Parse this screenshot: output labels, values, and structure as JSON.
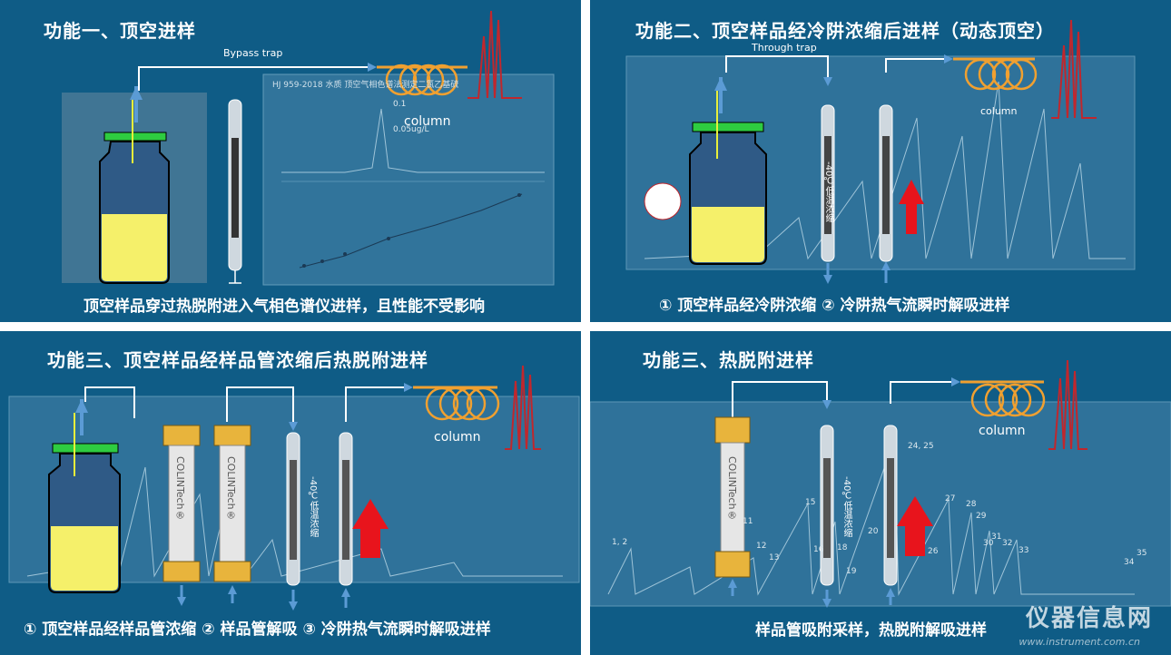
{
  "panels": [
    {
      "title": "功能一、顶空进样",
      "caption": "顶空样品穿过热脱附进入气相色谱仪进样，且性能不受影响",
      "trap_label": "Bypass trap",
      "column_label": "column",
      "doc_header": "HJ 959-2018  水质  顶空气相色谱法测定二氯乙基硫",
      "peak_labels": [
        "0.1",
        "0.05ug/L"
      ]
    },
    {
      "title": "功能二、顶空样品经冷阱浓缩后进样（动态顶空）",
      "caption": "① 顶空样品经冷阱浓缩      ② 冷阱热气流瞬时解吸进样",
      "trap_label": "Through trap",
      "column_label": "column",
      "trap_text": "-40℃低温浓缩"
    },
    {
      "title": "功能三、顶空样品经样品管浓缩后热脱附进样",
      "caption": "① 顶空样品经样品管浓缩 ② 样品管解吸 ③ 冷阱热气流瞬时解吸进样",
      "column_label": "column",
      "tube_brand": "COLINTech®",
      "trap_text": "-40℃低温浓缩"
    },
    {
      "title": "功能三、热脱附进样",
      "caption": "样品管吸附采样，热脱附解吸进样",
      "column_label": "column",
      "tube_brand": "COLINTech®",
      "trap_text": "-40℃低温浓缩",
      "peak_labels": [
        "1, 2",
        "11",
        "12",
        "13",
        "15",
        "16",
        "18",
        "19",
        "20",
        "24, 25",
        "26",
        "27",
        "28",
        "29",
        "30",
        "31",
        "32",
        "33",
        "34",
        "35"
      ]
    }
  ],
  "watermark": {
    "brand": "仪器信息网",
    "url": "www.instrument.com.cn"
  },
  "colors": {
    "panel_bg": "#0f5c86",
    "arrow": "#5b9bd5",
    "coil": "#f0a030",
    "peak": "#c0272d",
    "liquid": "#f5f06a",
    "cap": "#2ecc40",
    "up_arrow": "#e8141c"
  }
}
